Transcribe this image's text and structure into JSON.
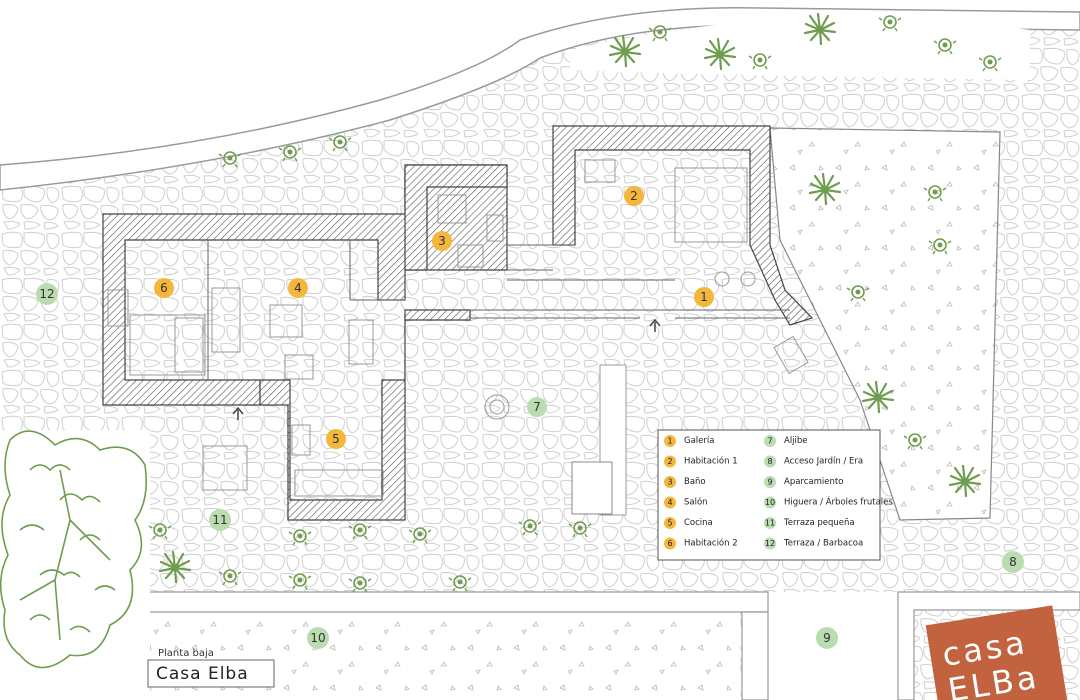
{
  "title": {
    "subtitle": "Planta baja",
    "name": "Casa Elba"
  },
  "logo": {
    "line1": "casa",
    "line2": "ELBa"
  },
  "colors": {
    "interior": "#f4b73c",
    "exterior": "#b9dcb0",
    "plants": "#6f9d4f",
    "wall": "#555555",
    "stone": "#cfcfcf",
    "logo": "#c2623f"
  },
  "markers": {
    "m1": "1",
    "m2": "2",
    "m3": "3",
    "m4": "4",
    "m5": "5",
    "m6": "6",
    "m7": "7",
    "m8": "8",
    "m9": "9",
    "m10": "10",
    "m11": "11",
    "m12": "12"
  },
  "legend": [
    {
      "num": "1",
      "label": "Galería",
      "type": "interior"
    },
    {
      "num": "2",
      "label": "Habitación 1",
      "type": "interior"
    },
    {
      "num": "3",
      "label": "Baño",
      "type": "interior"
    },
    {
      "num": "4",
      "label": "Salón",
      "type": "interior"
    },
    {
      "num": "5",
      "label": "Cocina",
      "type": "interior"
    },
    {
      "num": "6",
      "label": "Habitación 2",
      "type": "interior"
    },
    {
      "num": "7",
      "label": "Aljibe",
      "type": "exterior"
    },
    {
      "num": "8",
      "label": "Acceso Jardín / Era",
      "type": "exterior"
    },
    {
      "num": "9",
      "label": "Aparcamiento",
      "type": "exterior"
    },
    {
      "num": "10",
      "label": "Higuera / Árboles frutales",
      "type": "exterior"
    },
    {
      "num": "11",
      "label": "Terraza pequeña",
      "type": "exterior"
    },
    {
      "num": "12",
      "label": "Terraza / Barbacoa",
      "type": "exterior"
    }
  ]
}
